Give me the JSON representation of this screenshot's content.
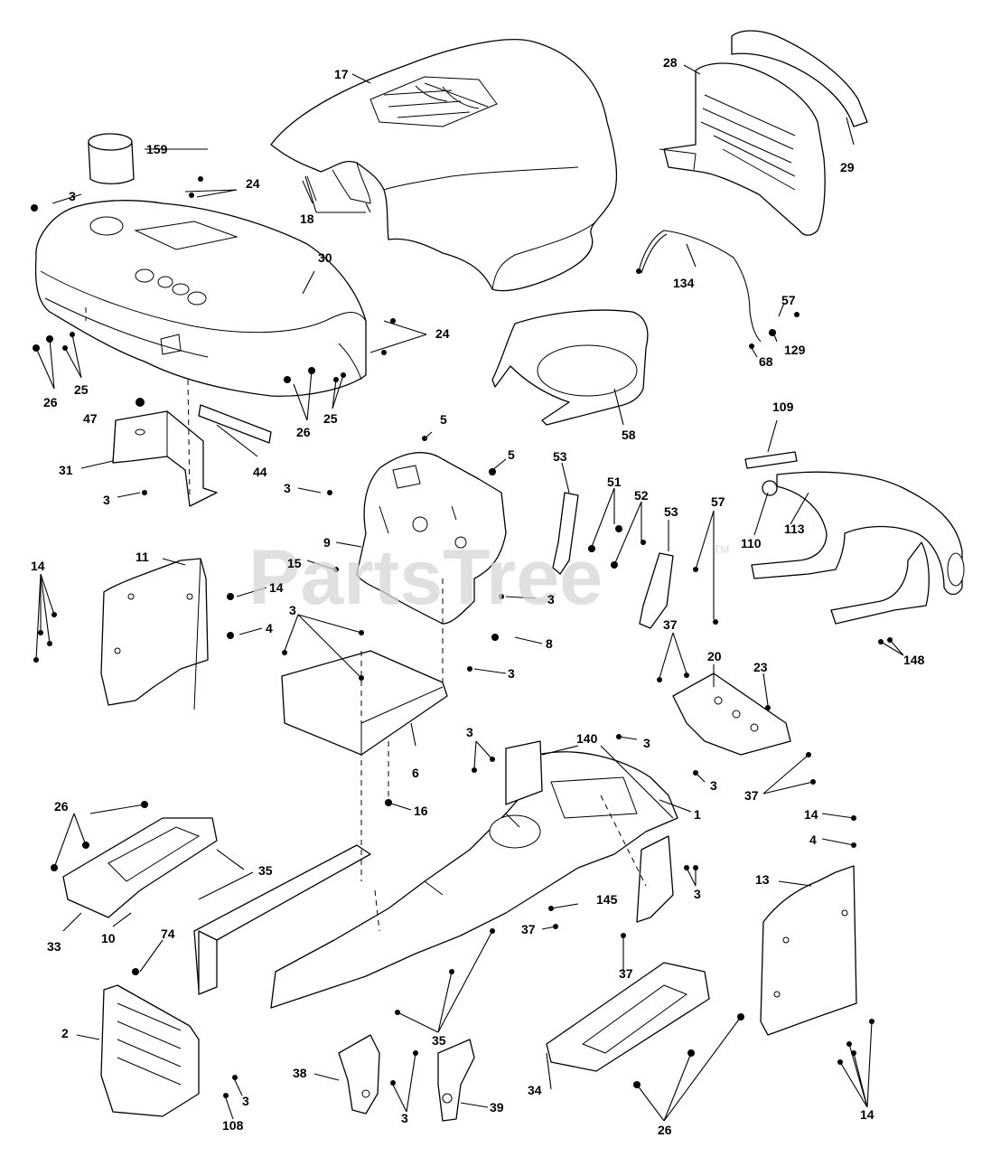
{
  "watermark": {
    "text": "PartsTree",
    "tm": "TM"
  },
  "callouts": [
    {
      "id": "c17",
      "label": "17"
    },
    {
      "id": "c159",
      "label": "159"
    },
    {
      "id": "c3a",
      "label": "3"
    },
    {
      "id": "c24a",
      "label": "24"
    },
    {
      "id": "c18",
      "label": "18"
    },
    {
      "id": "c28",
      "label": "28"
    },
    {
      "id": "c29",
      "label": "29"
    },
    {
      "id": "c30",
      "label": "30"
    },
    {
      "id": "c134",
      "label": "134"
    },
    {
      "id": "c57a",
      "label": "57"
    },
    {
      "id": "c129",
      "label": "129"
    },
    {
      "id": "c68",
      "label": "68"
    },
    {
      "id": "c24b",
      "label": "24"
    },
    {
      "id": "c26a",
      "label": "26"
    },
    {
      "id": "c25a",
      "label": "25"
    },
    {
      "id": "c26b",
      "label": "26"
    },
    {
      "id": "c25b",
      "label": "25"
    },
    {
      "id": "c47",
      "label": "47"
    },
    {
      "id": "c58",
      "label": "58"
    },
    {
      "id": "c44",
      "label": "44"
    },
    {
      "id": "c31",
      "label": "31"
    },
    {
      "id": "c5a",
      "label": "5"
    },
    {
      "id": "c5b",
      "label": "5"
    },
    {
      "id": "c109",
      "label": "109"
    },
    {
      "id": "c3b",
      "label": "3"
    },
    {
      "id": "c53a",
      "label": "53"
    },
    {
      "id": "c51",
      "label": "51"
    },
    {
      "id": "c52",
      "label": "52"
    },
    {
      "id": "c3c",
      "label": "3"
    },
    {
      "id": "c53b",
      "label": "53"
    },
    {
      "id": "c57b",
      "label": "57"
    },
    {
      "id": "c113",
      "label": "113"
    },
    {
      "id": "c110",
      "label": "110"
    },
    {
      "id": "c9",
      "label": "9"
    },
    {
      "id": "c11",
      "label": "11"
    },
    {
      "id": "c14a",
      "label": "14"
    },
    {
      "id": "c15",
      "label": "15"
    },
    {
      "id": "c14b",
      "label": "14"
    },
    {
      "id": "c3d",
      "label": "3"
    },
    {
      "id": "c3e",
      "label": "3"
    },
    {
      "id": "c4a",
      "label": "4"
    },
    {
      "id": "c8",
      "label": "8"
    },
    {
      "id": "c37a",
      "label": "37"
    },
    {
      "id": "c20",
      "label": "20"
    },
    {
      "id": "c23",
      "label": "23"
    },
    {
      "id": "c148",
      "label": "148"
    },
    {
      "id": "c3f",
      "label": "3"
    },
    {
      "id": "c6",
      "label": "6"
    },
    {
      "id": "c3g",
      "label": "3"
    },
    {
      "id": "c140",
      "label": "140"
    },
    {
      "id": "c3h",
      "label": "3"
    },
    {
      "id": "c3i",
      "label": "3"
    },
    {
      "id": "c37b",
      "label": "37"
    },
    {
      "id": "c26c",
      "label": "26"
    },
    {
      "id": "c16",
      "label": "16"
    },
    {
      "id": "c1",
      "label": "1"
    },
    {
      "id": "c14c",
      "label": "14"
    },
    {
      "id": "c4b",
      "label": "4"
    },
    {
      "id": "c35a",
      "label": "35"
    },
    {
      "id": "c13",
      "label": "13"
    },
    {
      "id": "c3j",
      "label": "3"
    },
    {
      "id": "c145",
      "label": "145"
    },
    {
      "id": "c33",
      "label": "33"
    },
    {
      "id": "c10",
      "label": "10"
    },
    {
      "id": "c74",
      "label": "74"
    },
    {
      "id": "c37c",
      "label": "37"
    },
    {
      "id": "c37d",
      "label": "37"
    },
    {
      "id": "c2",
      "label": "2"
    },
    {
      "id": "c35b",
      "label": "35"
    },
    {
      "id": "c38",
      "label": "38"
    },
    {
      "id": "c39",
      "label": "39"
    },
    {
      "id": "c34",
      "label": "34"
    },
    {
      "id": "c3k",
      "label": "3"
    },
    {
      "id": "c108",
      "label": "108"
    },
    {
      "id": "c3l",
      "label": "3"
    },
    {
      "id": "c26d",
      "label": "26"
    },
    {
      "id": "c14d",
      "label": "14"
    }
  ]
}
